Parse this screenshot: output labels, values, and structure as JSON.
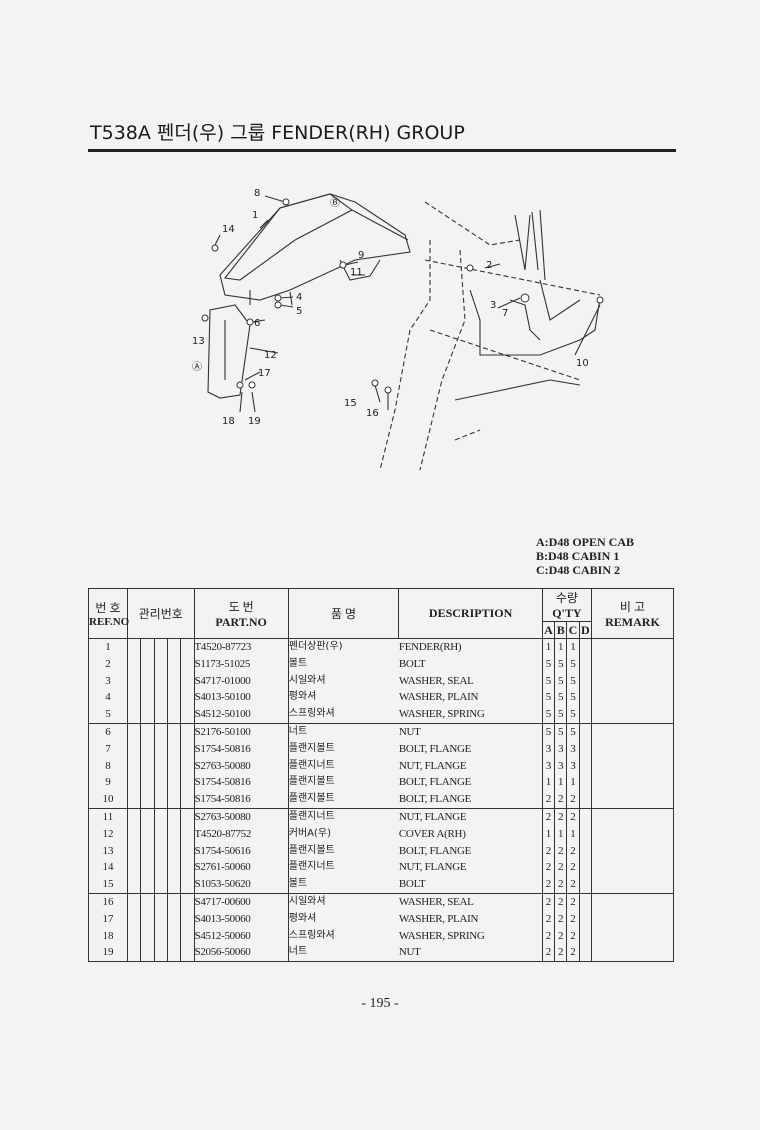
{
  "title": "T538A 펜더(우) 그룹 FENDER(RH) GROUP",
  "diagram_callouts": [
    "8",
    "1",
    "14",
    "9",
    "11",
    "2",
    "3",
    "7",
    "4",
    "5",
    "6",
    "13",
    "12",
    "17",
    "15",
    "16",
    "10",
    "18",
    "19",
    "Ⓐ",
    "Ⓑ"
  ],
  "legend": [
    "A:D48 OPEN CAB",
    "B:D48 CABIN 1",
    "C:D48 CABIN 2"
  ],
  "table": {
    "headers": {
      "ref_ko": "번 호",
      "ref_en": "REF.NO",
      "mgmt_ko": "관리번호",
      "part_ko": "도 번",
      "part_en": "PART.NO",
      "name_ko": "품 명",
      "desc_en": "DESCRIPTION",
      "qty_ko": "수량",
      "qty_en": "Q'TY",
      "remark_ko": "비 고",
      "remark_en": "REMARK",
      "qty_cols": [
        "A",
        "B",
        "C",
        "D"
      ]
    },
    "rows": [
      {
        "ref": "1",
        "part": "T4520-87723",
        "name": "펜더상판(우)",
        "desc": "FENDER(RH)",
        "a": "1",
        "b": "1",
        "c": "1",
        "d": ""
      },
      {
        "ref": "2",
        "part": "S1173-51025",
        "name": "볼트",
        "desc": "BOLT",
        "a": "5",
        "b": "5",
        "c": "5",
        "d": ""
      },
      {
        "ref": "3",
        "part": "S4717-01000",
        "name": "시일와셔",
        "desc": "WASHER, SEAL",
        "a": "5",
        "b": "5",
        "c": "5",
        "d": ""
      },
      {
        "ref": "4",
        "part": "S4013-50100",
        "name": "평와셔",
        "desc": "WASHER, PLAIN",
        "a": "5",
        "b": "5",
        "c": "5",
        "d": ""
      },
      {
        "ref": "5",
        "part": "S4512-50100",
        "name": "스프링와셔",
        "desc": "WASHER, SPRING",
        "a": "5",
        "b": "5",
        "c": "5",
        "d": ""
      },
      {
        "ref": "6",
        "part": "S2176-50100",
        "name": "너트",
        "desc": "NUT",
        "a": "5",
        "b": "5",
        "c": "5",
        "d": ""
      },
      {
        "ref": "7",
        "part": "S1754-50816",
        "name": "플랜지볼트",
        "desc": "BOLT, FLANGE",
        "a": "3",
        "b": "3",
        "c": "3",
        "d": ""
      },
      {
        "ref": "8",
        "part": "S2763-50080",
        "name": "플랜지너트",
        "desc": "NUT, FLANGE",
        "a": "3",
        "b": "3",
        "c": "3",
        "d": ""
      },
      {
        "ref": "9",
        "part": "S1754-50816",
        "name": "플랜지볼트",
        "desc": "BOLT, FLANGE",
        "a": "1",
        "b": "1",
        "c": "1",
        "d": ""
      },
      {
        "ref": "10",
        "part": "S1754-50816",
        "name": "플랜지볼트",
        "desc": "BOLT, FLANGE",
        "a": "2",
        "b": "2",
        "c": "2",
        "d": ""
      },
      {
        "ref": "11",
        "part": "S2763-50080",
        "name": "플랜지너트",
        "desc": "NUT, FLANGE",
        "a": "2",
        "b": "2",
        "c": "2",
        "d": ""
      },
      {
        "ref": "12",
        "part": "T4520-87752",
        "name": "커버A(우)",
        "desc": "COVER A(RH)",
        "a": "1",
        "b": "1",
        "c": "1",
        "d": ""
      },
      {
        "ref": "13",
        "part": "S1754-50616",
        "name": "플랜지볼트",
        "desc": "BOLT, FLANGE",
        "a": "2",
        "b": "2",
        "c": "2",
        "d": ""
      },
      {
        "ref": "14",
        "part": "S2761-50060",
        "name": "플랜지너트",
        "desc": "NUT, FLANGE",
        "a": "2",
        "b": "2",
        "c": "2",
        "d": ""
      },
      {
        "ref": "15",
        "part": "S1053-50620",
        "name": "볼트",
        "desc": "BOLT",
        "a": "2",
        "b": "2",
        "c": "2",
        "d": ""
      },
      {
        "ref": "16",
        "part": "S4717-00600",
        "name": "시일와셔",
        "desc": "WASHER, SEAL",
        "a": "2",
        "b": "2",
        "c": "2",
        "d": ""
      },
      {
        "ref": "17",
        "part": "S4013-50060",
        "name": "평와셔",
        "desc": "WASHER, PLAIN",
        "a": "2",
        "b": "2",
        "c": "2",
        "d": ""
      },
      {
        "ref": "18",
        "part": "S4512-50060",
        "name": "스프링와셔",
        "desc": "WASHER, SPRING",
        "a": "2",
        "b": "2",
        "c": "2",
        "d": ""
      },
      {
        "ref": "19",
        "part": "S2056-50060",
        "name": "너트",
        "desc": "NUT",
        "a": "2",
        "b": "2",
        "c": "2",
        "d": ""
      }
    ]
  },
  "page_number": "- 195 -"
}
